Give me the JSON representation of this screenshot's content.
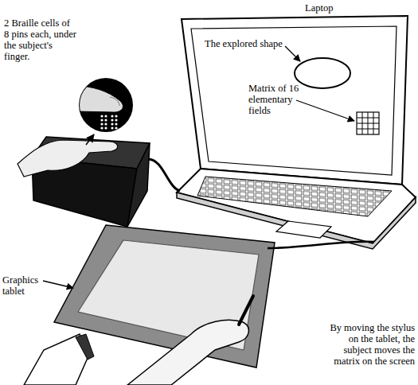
{
  "diagram": {
    "labels": [
      "Laptop",
      "2 Braille cells of 8 pins each, under the subject's finger.",
      "The explored shape",
      "Matrix of 16 elementary fields",
      "Graphics tablet",
      "By moving the stylus on the tablet, the subject moves the matrix on the screen"
    ]
  }
}
